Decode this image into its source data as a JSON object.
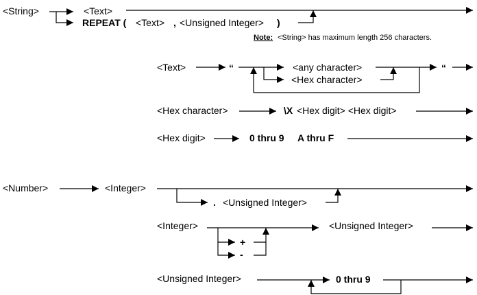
{
  "string_rule": {
    "name": "<String>",
    "text_ref": "<Text>",
    "repeat_kw": "REPEAT (",
    "repeat_text": "<Text>",
    "comma": ",",
    "repeat_uint": "<Unsigned Integer>",
    "close_paren": ")",
    "note_label": "Note:",
    "note_text": "<String> has maximum length 256 characters."
  },
  "text_rule": {
    "name": "<Text>",
    "open_quote": "“",
    "any_char": "<any character>",
    "hex_char": "<Hex character>",
    "close_quote": "“"
  },
  "hexchar_rule": {
    "name": "<Hex character>",
    "escape": "\\X",
    "digits": "<Hex digit> <Hex digit>"
  },
  "hexdigit_rule": {
    "name": "<Hex digit>",
    "range1": "0 thru 9",
    "range2": "A thru F"
  },
  "number_rule": {
    "name": "<Number>",
    "integer": "<Integer>",
    "dot": ".",
    "fraction": "<Unsigned Integer>"
  },
  "integer_rule": {
    "name": "<Integer>",
    "uint": "<Unsigned Integer>",
    "plus": "+",
    "minus": "-"
  },
  "uint_rule": {
    "name": "<Unsigned Integer>",
    "digits": "0 thru 9"
  }
}
